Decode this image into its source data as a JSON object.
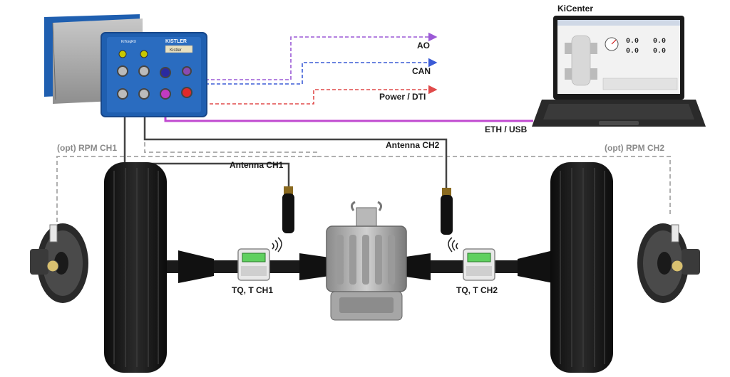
{
  "labels": {
    "kicenter": "KiCenter",
    "ao": "AO",
    "can": "CAN",
    "power_dti": "Power / DTI",
    "eth_usb": "ETH / USB",
    "antenna_ch2": "Antenna CH2",
    "antenna_ch1": "Antenna CH1",
    "rpm_ch1": "(opt) RPM CH1",
    "rpm_ch2": "(opt) RPM CH2",
    "tq_ch1": "TQ, T CH1",
    "tq_ch2": "TQ, T CH2"
  },
  "device": {
    "brand": "KISTLER",
    "nameplate": "Kistler",
    "model_text": "KiTorqRX"
  },
  "screen": {
    "readout_1": "0.0",
    "readout_2": "0.0",
    "readout_3": "0.0",
    "readout_4": "0.0"
  },
  "colors": {
    "ao_line": "#9b59d6",
    "can_line": "#3b5bd6",
    "power_line": "#e04a4a",
    "eth_line": "#c04ad0",
    "rpm_line": "#b0b0b0",
    "antenna_cable": "#444444",
    "device_blue": "#1f5fb0"
  }
}
